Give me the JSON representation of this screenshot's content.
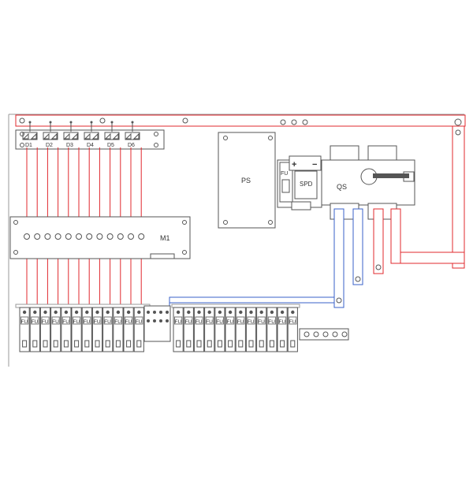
{
  "diodes": [
    "D1",
    "D2",
    "D3",
    "D4",
    "D5",
    "D6"
  ],
  "module_label": "M1",
  "power_supply_label": "PS",
  "spd_label": "SPD",
  "spd_fuse_label": "FU",
  "spd_plus": "+",
  "spd_minus": "−",
  "switch_label": "QS",
  "fuse_label": "FU",
  "fuse_count_left": 12,
  "fuse_count_right": 12,
  "colors": {
    "positive": "#e0282e",
    "negative": "#3a62c8",
    "frame": "#777777"
  }
}
